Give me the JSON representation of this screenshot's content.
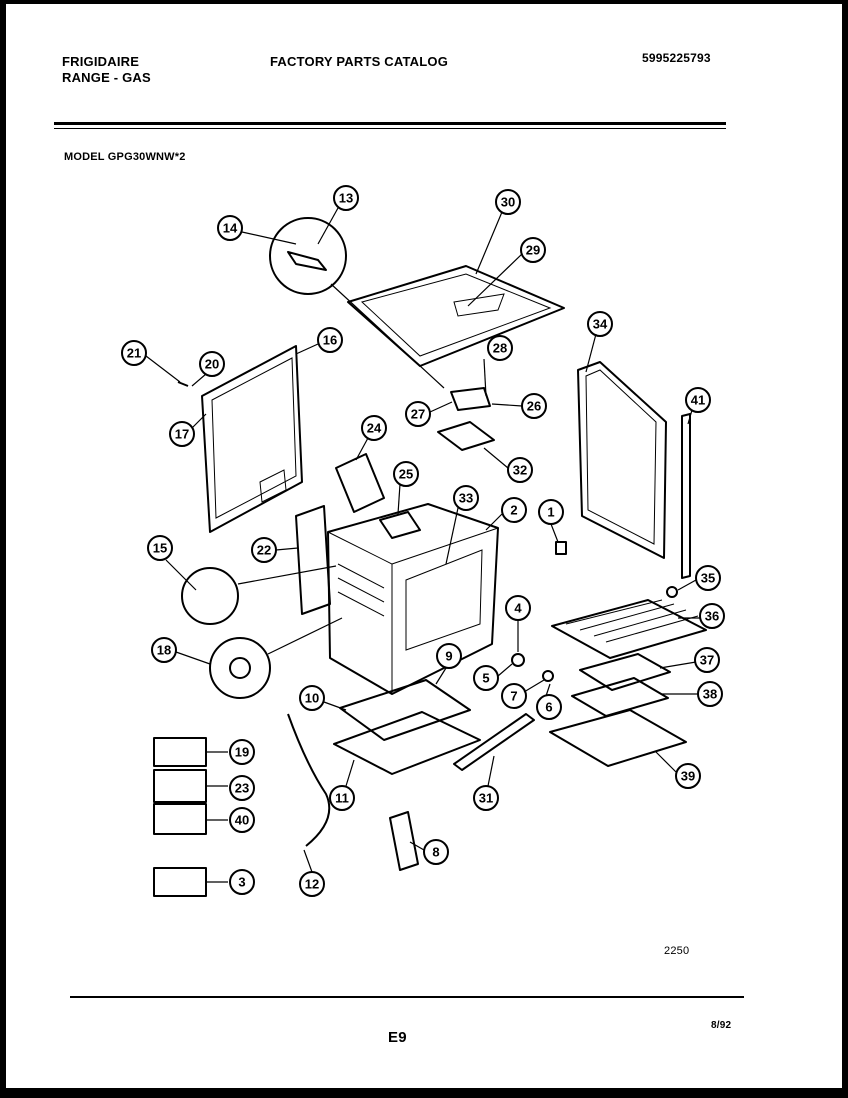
{
  "header": {
    "brand": "FRIGIDAIRE",
    "product": "RANGE - GAS",
    "catalog_title": "FACTORY PARTS CATALOG",
    "catalog_number": "5995225793",
    "model": "MODEL GPG30WNW*2"
  },
  "footer": {
    "drawing_number": "2250",
    "page_code": "E9",
    "date": "8/92"
  },
  "callouts": [
    "1",
    "2",
    "3",
    "4",
    "5",
    "6",
    "7",
    "8",
    "9",
    "10",
    "11",
    "12",
    "13",
    "14",
    "15",
    "16",
    "17",
    "18",
    "19",
    "20",
    "21",
    "22",
    "23",
    "24",
    "25",
    "26",
    "27",
    "28",
    "29",
    "30",
    "31",
    "32",
    "33",
    "34",
    "35",
    "36",
    "37",
    "38",
    "39",
    "40",
    "41"
  ]
}
